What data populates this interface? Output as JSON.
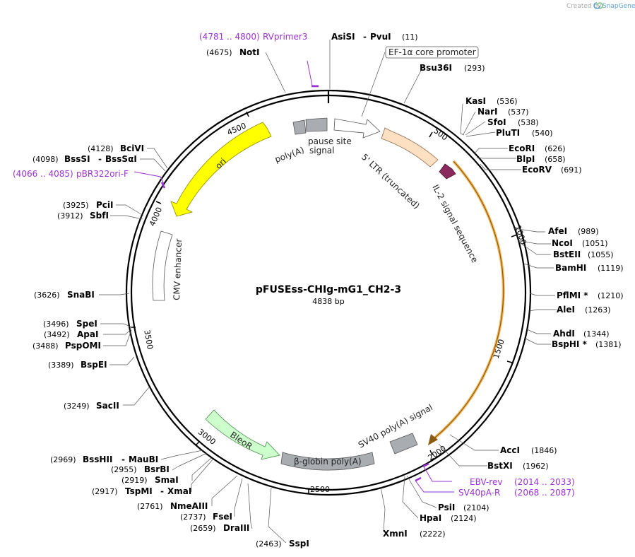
{
  "credit": {
    "prefix": "Created by",
    "brand": "SnapGene"
  },
  "plasmid": {
    "name": "pFUSEss-CHIg-mG1_CH2-3",
    "length_label": "4838 bp"
  },
  "ticks": [
    "500",
    "1000",
    "1500",
    "2000",
    "2500",
    "3000",
    "3500",
    "4000",
    "4500"
  ],
  "features": {
    "ef1a": "EF-1α core promoter",
    "ltr": "5' LTR (truncated)",
    "il2": "IL-2 signal sequence",
    "pause1": "pause site",
    "pause2": "signal",
    "polyA": "poly(A)",
    "ori": "ori",
    "cmv": "CMV enhancer",
    "bleor": "BleoR",
    "bglobin": "β-globin poly(A)",
    "sv40": "SV40 poly(A) signal"
  },
  "enzymes": [
    {
      "name": "AsiSI",
      "name2": "PvuI",
      "pos": "(11)"
    },
    {
      "name": "NotI",
      "pos": "(4675)"
    },
    {
      "name": "Bsu36I",
      "pos": "(293)"
    },
    {
      "name": "KasI",
      "pos": "(536)"
    },
    {
      "name": "NarI",
      "pos": "(537)"
    },
    {
      "name": "SfoI",
      "pos": "(538)"
    },
    {
      "name": "PluTI",
      "pos": "(540)"
    },
    {
      "name": "EcoRI",
      "pos": "(626)"
    },
    {
      "name": "BlpI",
      "pos": "(658)"
    },
    {
      "name": "EcoRV",
      "pos": "(691)"
    },
    {
      "name": "AfeI",
      "pos": "(989)"
    },
    {
      "name": "NcoI",
      "pos": "(1051)"
    },
    {
      "name": "BstEII",
      "pos": "(1055)"
    },
    {
      "name": "BamHI",
      "pos": "(1119)"
    },
    {
      "name": "PflMI *",
      "pos": "(1210)"
    },
    {
      "name": "AleI",
      "pos": "(1263)"
    },
    {
      "name": "AhdI",
      "pos": "(1344)"
    },
    {
      "name": "BspHI *",
      "pos": "(1381)"
    },
    {
      "name": "AccI",
      "pos": "(1846)"
    },
    {
      "name": "BstXI",
      "pos": "(1962)"
    },
    {
      "name": "PsiI",
      "pos": "(2104)"
    },
    {
      "name": "HpaI",
      "pos": "(2124)"
    },
    {
      "name": "XmnI",
      "pos": "(2222)"
    },
    {
      "name": "SspI",
      "pos": "(2463)"
    },
    {
      "name": "DraIII",
      "pos": "(2659)"
    },
    {
      "name": "FseI",
      "pos": "(2737)"
    },
    {
      "name": "NmeAIII",
      "pos": "(2761)"
    },
    {
      "name": "TspMI",
      "name2": "XmaI",
      "pos": "(2917)"
    },
    {
      "name": "SmaI",
      "pos": "(2919)"
    },
    {
      "name": "BsrBI",
      "pos": "(2955)"
    },
    {
      "name": "BssHII",
      "name2": "MauBI",
      "pos": "(2969)"
    },
    {
      "name": "SacII",
      "pos": "(3249)"
    },
    {
      "name": "BspEI",
      "pos": "(3389)"
    },
    {
      "name": "PspOMI",
      "pos": "(3488)"
    },
    {
      "name": "ApaI",
      "pos": "(3492)"
    },
    {
      "name": "SpeI",
      "pos": "(3496)"
    },
    {
      "name": "SnaBI",
      "pos": "(3626)"
    },
    {
      "name": "SbfI",
      "pos": "(3912)"
    },
    {
      "name": "PciI",
      "pos": "(3925)"
    },
    {
      "name": "BssSI",
      "name2": "BssSαI",
      "pos": "(4098)"
    },
    {
      "name": "BciVI",
      "pos": "(4128)"
    }
  ],
  "primers": [
    {
      "name": "RVprimer3",
      "range": "(4781 .. 4800)"
    },
    {
      "name": "pBR322ori-F",
      "range": "(4066 .. 4085)"
    },
    {
      "name": "EBV-rev",
      "range": "(2014 .. 2033)"
    },
    {
      "name": "SV40pA-R",
      "range": "(2068 .. 2087)"
    }
  ],
  "colors": {
    "ori": "#ffff00",
    "ltr": "#fde0c2",
    "il2": "#8a2a5c",
    "bleor": "#ccffcc",
    "grey": "#a9adb2",
    "orange": "#f2a93b",
    "primer": "#9b32d6",
    "brand": "#5aa0d8"
  }
}
